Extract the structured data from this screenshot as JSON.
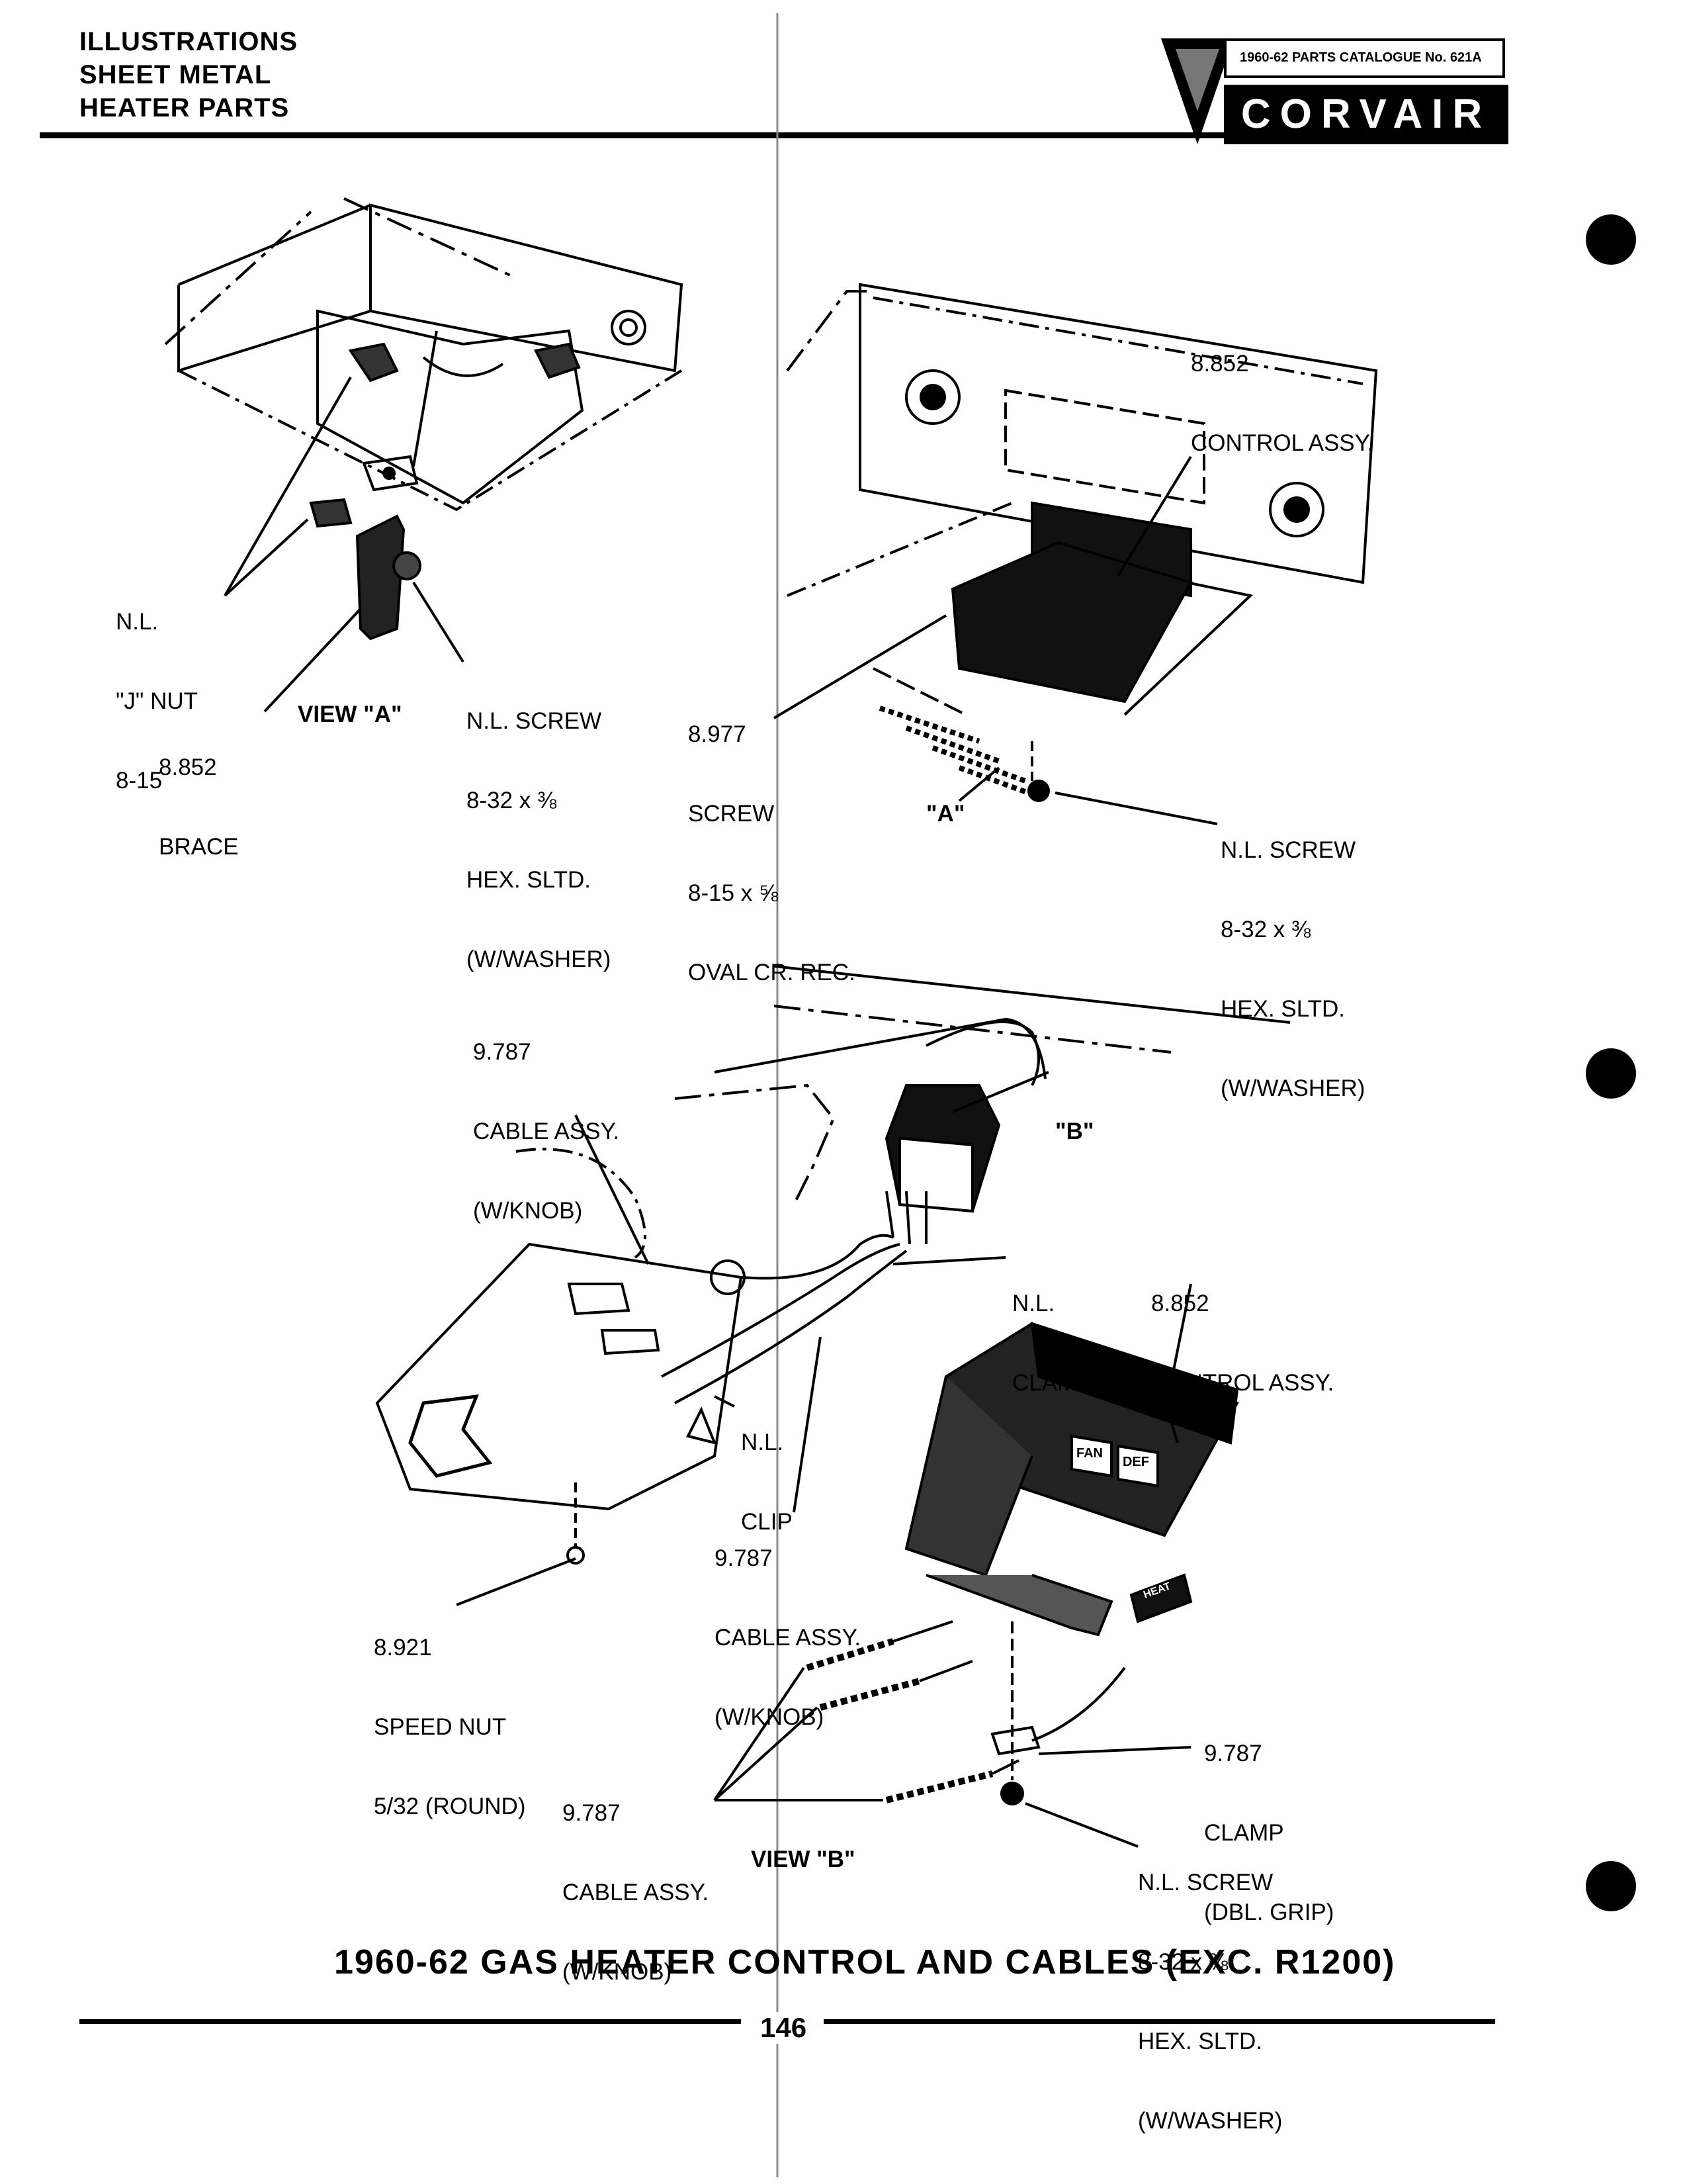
{
  "header": {
    "section_lines": [
      "ILLUSTRATIONS",
      "SHEET METAL",
      "HEATER PARTS"
    ],
    "logo_catalogue": "1960-62 PARTS CATALOGUE No. 621A",
    "logo_brand": "CORVAIR"
  },
  "view_a": {
    "j_nut": [
      "N.L.",
      "\"J\" NUT",
      "8-15"
    ],
    "brace": [
      "8.852",
      "BRACE"
    ],
    "view_title": "VIEW \"A\"",
    "screw_small": [
      "N.L. SCREW",
      "8-32 x ⅜",
      "HEX. SLTD.",
      "(W/WASHER)"
    ]
  },
  "upper_right": {
    "control_assy": [
      "8.852",
      "CONTROL ASSY."
    ],
    "screw_oval": [
      "8.977",
      "SCREW",
      "8-15 x ⅝",
      "OVAL CR. REC."
    ],
    "marker_a": "\"A\"",
    "screw_hex": [
      "N.L. SCREW",
      "8-32 x ⅜",
      "HEX. SLTD.",
      "(W/WASHER)"
    ]
  },
  "lower": {
    "cable_top": [
      "9.787",
      "CABLE ASSY.",
      "(W/KNOB)"
    ],
    "marker_b": "\"B\"",
    "clamp": [
      "N.L.",
      "CLAMP"
    ],
    "control_assy": [
      "8.852",
      "CONTROL ASSY."
    ],
    "clip": [
      "N.L.",
      "CLIP"
    ],
    "cable_mid": [
      "9.787",
      "CABLE ASSY.",
      "(W/KNOB)"
    ],
    "speed_nut": [
      "8.921",
      "SPEED NUT",
      "5/32 (ROUND)"
    ],
    "clamp_dbl": [
      "9.787",
      "CLAMP",
      "(DBL. GRIP)"
    ],
    "cable_bottom": [
      "9.787",
      "CABLE ASSY.",
      "(W/KNOB)"
    ],
    "screw_hex": [
      "N.L. SCREW",
      "8-32 x ⅜",
      "HEX. SLTD.",
      "(W/WASHER)"
    ],
    "view_title": "VIEW \"B\"",
    "switch_fan": "FAN",
    "switch_def": "DEF",
    "switch_heat": "HEAT"
  },
  "caption": "1960-62 GAS HEATER CONTROL AND CABLES (EXC. R1200)",
  "page_number": "146"
}
